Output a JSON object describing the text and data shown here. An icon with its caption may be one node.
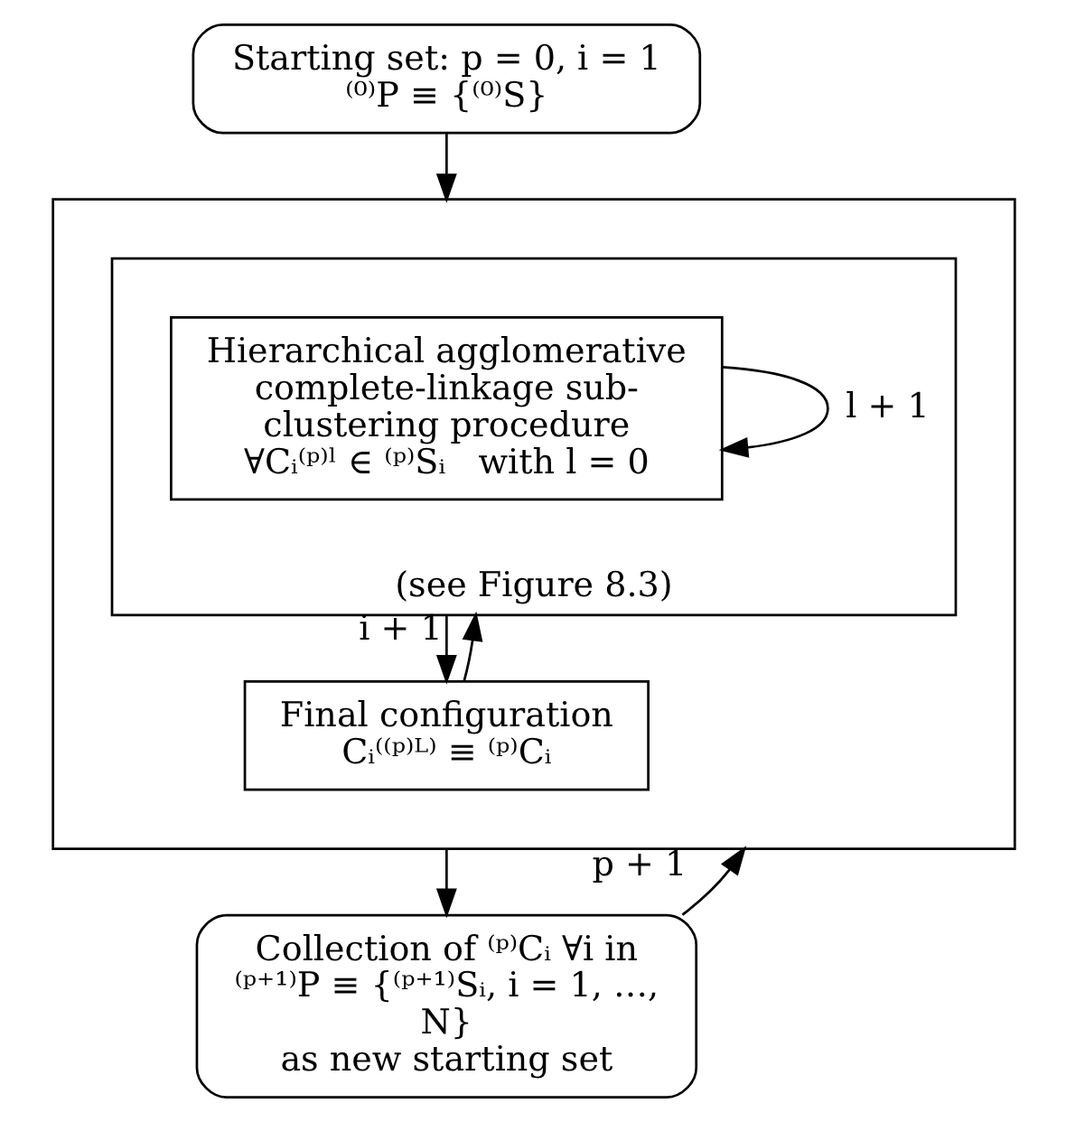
{
  "diagram": {
    "nodes": [
      {
        "text": [
          "Starting set: p = 0, i = 1",
          "⁽⁰⁾P ≡ {⁽⁰⁾S}"
        ]
      },
      {
        "text": [],
        "shape": "box"
      },
      {
        "text": [
          "(see Figure 8.3)"
        ],
        "in": 1
      },
      {
        "text": [
          "Hierarchical agglomerative complete-linkage sub-clustering procedure",
          "∀Cᵢ⁽ᵖ⁾ˡ ∈ ⁽ᵖ⁾Sᵢ   with l = 0"
        ],
        "in": 2
      },
      {
        "text": [
          "Final configuration",
          "Cᵢ⁽⁽ᵖ⁾ᴸ⁾ ≡ ⁽ᵖ⁾Cᵢ"
        ],
        "in": 1
      },
      {
        "text": [
          "Collection of ⁽ᵖ⁾Cᵢ ∀i in",
          "⁽ᵖ⁺¹⁾P ≡ {⁽ᵖ⁺¹⁾Sᵢ, i = 1, …, N}",
          "as new starting set"
        ]
      }
    ],
    "edges": [
      {
        "from": 0,
        "to": 1,
        "arrow": "to"
      },
      {
        "from": 3,
        "to": 3,
        "arrow": "to",
        "label": "l + 1"
      },
      {
        "from": 2,
        "to": 4,
        "arrow": "to"
      },
      {
        "from": 4,
        "to": 2,
        "arrow": "to",
        "label": "i + 1"
      },
      {
        "from": 1,
        "to": 5,
        "arrow": "to"
      },
      {
        "from": 5,
        "to": 1,
        "arrow": "to",
        "label": "p + 1"
      }
    ]
  }
}
